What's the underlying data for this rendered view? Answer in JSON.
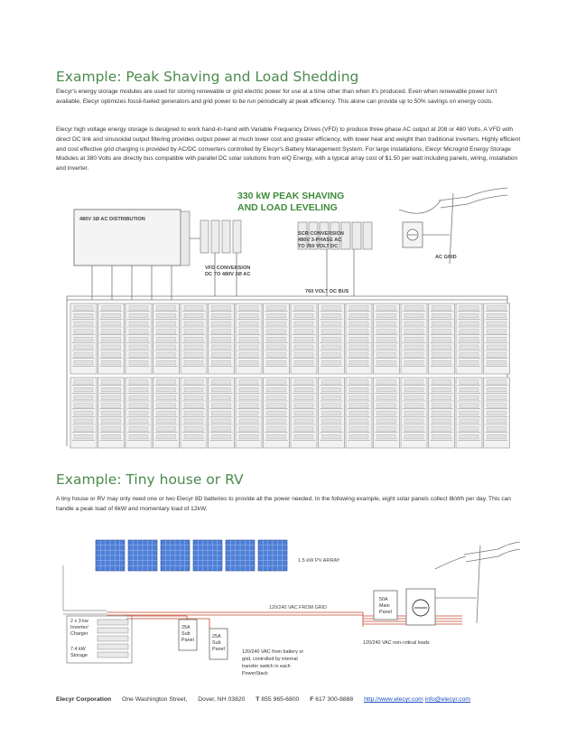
{
  "section1": {
    "title": "Example: Peak Shaving and Load Shedding",
    "para1": "Elecyr's energy storage modules are used for storing renewable or grid electric power for use at a time other than when it's produced. Even when renewable power isn't available, Elecyr optimizes fossil-fueled generators and grid power to be run periodically at peak efficiency. This alone can provide up to 50% savings on energy costs.",
    "para2": "Elecyr high voltage energy storage is designed to work hand-in-hand with Variable Frequency Drives (VFD) to produce three-phase AC output at 208 or 480 Volts. A VFD with direct DC link and sinusoidal output filtering provides output power at much lower cost and greater efficiency, with lower heat and weight than traditional inverters. Highly efficient and cost effective grid charging is provided by AC/DC converters controlled by Elecyr's Battery Management System. For large installations, Elecyr Microgrid Energy Storage Modules at 380 Volts are directly bus compatible with parallel DC solar solutions from eIQ Energy, with a typical array cost of $1.50 per watt including panels, wiring, installation and inverter."
  },
  "diagram1": {
    "headline1": "330 kW PEAK SHAVING",
    "headline2": "AND LOAD LEVELING",
    "ac_dist": "480V 3Ø AC DISTRIBUTION",
    "scr1": "SCR CONVERSION",
    "scr2": "480V 3-PHASE AC",
    "scr3": "TO 760 VOLT DC",
    "ac_grid": "AC GRID",
    "vfd1": "VFD CONVERSION",
    "vfd2": "DC TO 480V 3Ø AC",
    "bus": "760 VOLT DC BUS"
  },
  "section2": {
    "title": "Example: Tiny house or RV",
    "para1": "A tiny house or RV may only need one or two Elecyr 8D batteries to provide all the power needed. In the following example, eight solar panels collect 8kWh per day. This can handle a peak load of 6kW and momentary load of 12kW."
  },
  "diagram2": {
    "pv": "1.5 kW PV ARRAY",
    "grid_vac": "120/240 VAC FROM GRID",
    "main1": "50A",
    "main2": "Main",
    "main3": "Panel",
    "inv1": "2 x 3 kw",
    "inv2": "Inverter/",
    "inv3": "Charger",
    "stor1": "7.4 kW",
    "stor2": "Storage",
    "sub1a": "25A",
    "sub1b": "Sub",
    "sub1c": "Panel",
    "sub2a": "25A",
    "sub2b": "Sub",
    "sub2c": "Panel",
    "noncrit": "120/240 VAC non-critical loads",
    "batt1": "120/240 VAC from battery or",
    "batt2": "grid, controlled by internal",
    "batt3": "transfer switch in each",
    "batt4": "PowerStack"
  },
  "footer": {
    "company": "Elecyr Corporation",
    "street": "One Washington Street,",
    "city": "Dover, NH 03820",
    "t_label": "T",
    "phone": "855 965-6800",
    "f_label": "F",
    "fax": "617 300-8888",
    "url": "http://www.elecyr.com",
    "email": "info@elecyr.com"
  },
  "colors": {
    "heading": "#4b8a4d",
    "headline": "#3f8c3c",
    "solar": "#3f6fc8",
    "wire": "#c8452a",
    "link": "#1a4fbf"
  }
}
